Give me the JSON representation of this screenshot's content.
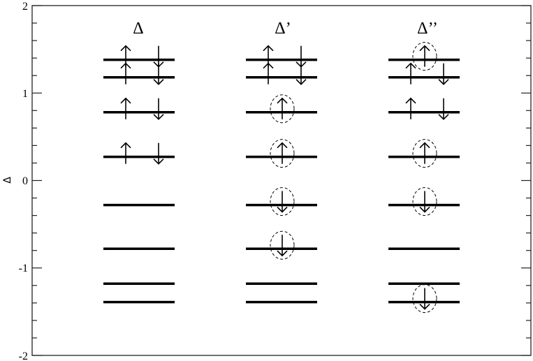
{
  "chart_data": {
    "type": "energy-level-diagram",
    "ylabel": "Δ",
    "ylim": [
      -2,
      2
    ],
    "yticks": [
      2,
      1,
      0,
      -1,
      -2
    ],
    "ytick_labels": [
      "2",
      "1",
      "0",
      "-1",
      "-2"
    ],
    "minor_ticks_per_major": 5,
    "levels": [
      1.38,
      1.18,
      0.78,
      0.27,
      -0.28,
      -0.78,
      -1.18,
      -1.39
    ],
    "columns": [
      {
        "title": "Δ",
        "occupations": [
          {
            "level": 1.38,
            "up": true,
            "down": true,
            "circled": []
          },
          {
            "level": 1.18,
            "up": true,
            "down": true,
            "circled": []
          },
          {
            "level": 0.78,
            "up": true,
            "down": true,
            "circled": []
          },
          {
            "level": 0.27,
            "up": true,
            "down": true,
            "circled": []
          },
          {
            "level": -0.28,
            "up": false,
            "down": false,
            "circled": []
          },
          {
            "level": -0.78,
            "up": false,
            "down": false,
            "circled": []
          },
          {
            "level": -1.18,
            "up": false,
            "down": false,
            "circled": []
          },
          {
            "level": -1.39,
            "up": false,
            "down": false,
            "circled": []
          }
        ]
      },
      {
        "title": "Δ’",
        "occupations": [
          {
            "level": 1.38,
            "up": true,
            "down": true,
            "circled": []
          },
          {
            "level": 1.18,
            "up": true,
            "down": true,
            "circled": []
          },
          {
            "level": 0.78,
            "up": true,
            "down": false,
            "circled": [
              "up"
            ]
          },
          {
            "level": 0.27,
            "up": true,
            "down": false,
            "circled": [
              "up"
            ]
          },
          {
            "level": -0.28,
            "up": false,
            "down": true,
            "circled": [
              "down"
            ]
          },
          {
            "level": -0.78,
            "up": false,
            "down": true,
            "circled": [
              "down"
            ]
          },
          {
            "level": -1.18,
            "up": false,
            "down": false,
            "circled": []
          },
          {
            "level": -1.39,
            "up": false,
            "down": false,
            "circled": []
          }
        ]
      },
      {
        "title": "Δ’’",
        "occupations": [
          {
            "level": 1.38,
            "up": true,
            "down": false,
            "circled": [
              "up"
            ]
          },
          {
            "level": 1.18,
            "up": true,
            "down": true,
            "circled": []
          },
          {
            "level": 0.78,
            "up": true,
            "down": true,
            "circled": []
          },
          {
            "level": 0.27,
            "up": true,
            "down": false,
            "circled": [
              "up"
            ]
          },
          {
            "level": -0.28,
            "up": false,
            "down": true,
            "circled": [
              "down"
            ]
          },
          {
            "level": -0.78,
            "up": false,
            "down": false,
            "circled": []
          },
          {
            "level": -1.18,
            "up": false,
            "down": false,
            "circled": []
          },
          {
            "level": -1.39,
            "up": false,
            "down": true,
            "circled": [
              "down"
            ]
          }
        ]
      }
    ]
  },
  "axis": {
    "ylabel": "Δ",
    "tick_labels": [
      "2",
      "1",
      "0",
      "-1",
      "-2"
    ]
  },
  "columns": {
    "0": {
      "title": "Δ"
    },
    "1": {
      "title": "Δ’"
    },
    "2": {
      "title": "Δ’’"
    }
  }
}
